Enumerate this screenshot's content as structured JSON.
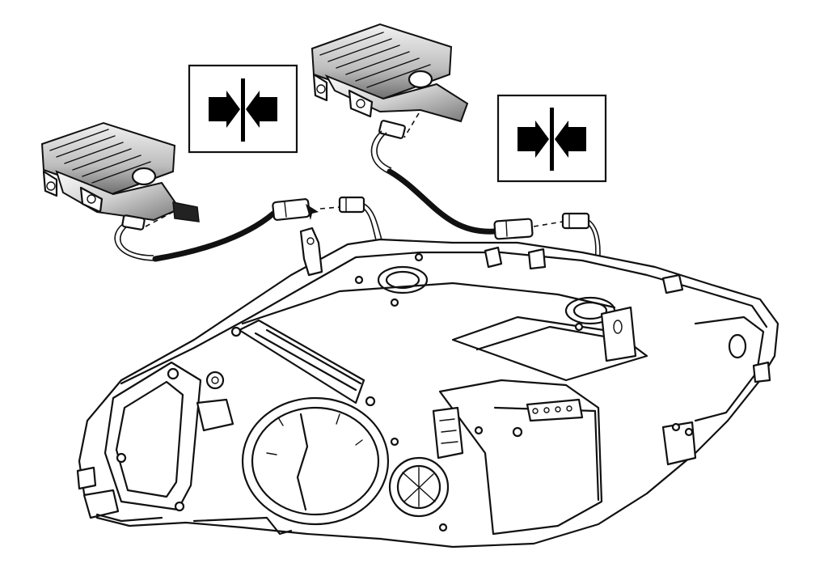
{
  "figure": {
    "subject": "headlamp-with-two-ballast-units",
    "symbols": [
      {
        "name": "disconnect-connector-symbol-left",
        "icon": "arrows-pointing-together-icon"
      },
      {
        "name": "disconnect-connector-symbol-right",
        "icon": "arrows-pointing-together-icon"
      }
    ],
    "colors": {
      "ink": "#111111",
      "background": "#ffffff",
      "module_shade_light": "#e6e6e6",
      "module_shade_dark": "#5a5a5a"
    }
  }
}
